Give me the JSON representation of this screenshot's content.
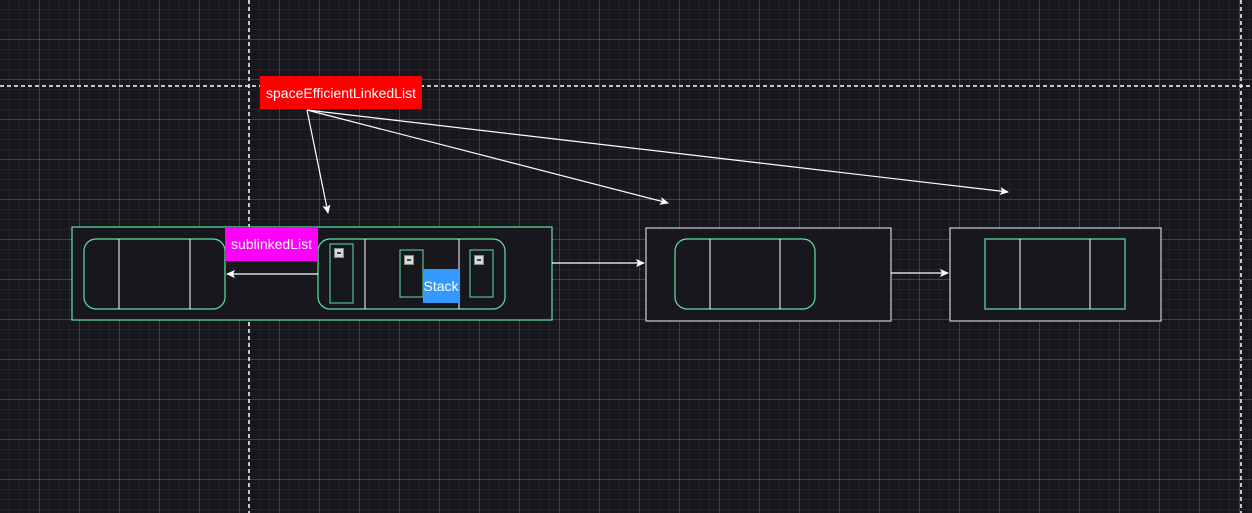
{
  "labels": {
    "root": "spaceEfficientLinkedList",
    "sublist": "sublinkedList",
    "stack": "Stack"
  },
  "colors": {
    "background": "#18171d",
    "node_stroke": "#5fe3a1",
    "outer_gray_stroke": "#cfcfcf",
    "arrow": "#ffffff",
    "root_fill": "#ff0000",
    "sublist_fill": "#ff00ff",
    "stack_fill": "#3399ff",
    "guide_line": "#ffffff"
  },
  "icons": [
    "collapse-icon",
    "collapse-icon",
    "collapse-icon"
  ]
}
